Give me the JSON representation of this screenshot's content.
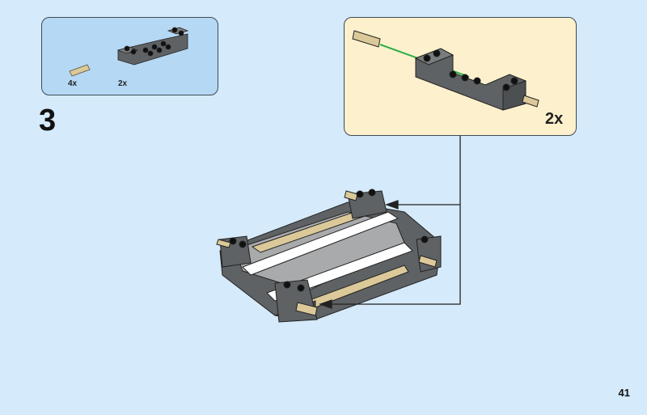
{
  "parts_list": {
    "items": [
      {
        "name": "tan-connector-pin",
        "quantity": "4x"
      },
      {
        "name": "dark-gray-bracket-brick",
        "quantity": "2x"
      }
    ]
  },
  "step_number": "3",
  "callout": {
    "quantity": "2x"
  },
  "page_number": "41",
  "colors": {
    "background": "#d5eafa",
    "parts_box": "#b5d8f4",
    "callout_box": "#fdf1cd",
    "brick_gray": "#6b6e70",
    "tan": "#dcc999",
    "green_guide": "#2fae4a"
  }
}
